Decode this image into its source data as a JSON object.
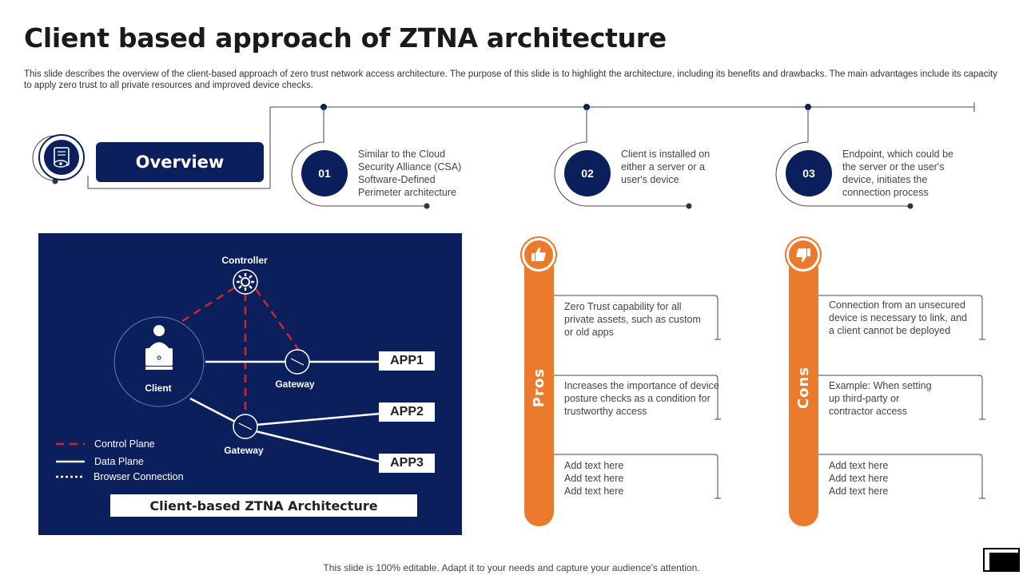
{
  "title": "Client based approach of ZTNA architecture",
  "description": "This slide describes the overview of the client-based approach of zero trust network access architecture. The purpose of this slide is to highlight the architecture, including its benefits and drawbacks. The main advantages include its capacity to apply zero trust to all private resources and improved device checks.",
  "overview": {
    "label": "Overview",
    "icon": "scroll-eye-icon"
  },
  "steps": [
    {
      "num": "01",
      "text": "Similar to the Cloud Security Alliance (CSA) Software-Defined Perimeter architecture"
    },
    {
      "num": "02",
      "text": "Client is installed on either a server or a user's device"
    },
    {
      "num": "03",
      "text": "Endpoint, which could be the server  or the user's device,  initiates the connection process"
    }
  ],
  "architecture": {
    "controller": "Controller",
    "client": "Client",
    "gateway_1": "Gateway",
    "gateway_2": "Gateway",
    "apps": [
      "APP1",
      "APP2",
      "APP3"
    ],
    "legend": [
      "Control Plane",
      "Data Plane",
      "Browser Connection"
    ],
    "caption": "Client-based ZTNA Architecture"
  },
  "pros": {
    "label": "Pros",
    "icon": "thumbs-up-icon",
    "items": [
      "Zero Trust capability for all private  assets, such as custom or old apps",
      "Increases the importance of device posture checks as a condition for trustworthy access",
      "Add text here\nAdd text here\nAdd text here"
    ]
  },
  "cons": {
    "label": "Cons",
    "icon": "thumbs-down-icon",
    "items": [
      "Connection from an unsecured device is necessary to link, and a client cannot be deployed",
      "Example: When setting up third-party or contractor access",
      "Add text here\nAdd text here\nAdd text here"
    ]
  },
  "footer": "This slide is 100% editable. Adapt it to your needs and capture your audience's attention.",
  "colors": {
    "navy": "#0a1f5c",
    "orange": "#ec7a2d",
    "red_dash": "#d0262b"
  }
}
